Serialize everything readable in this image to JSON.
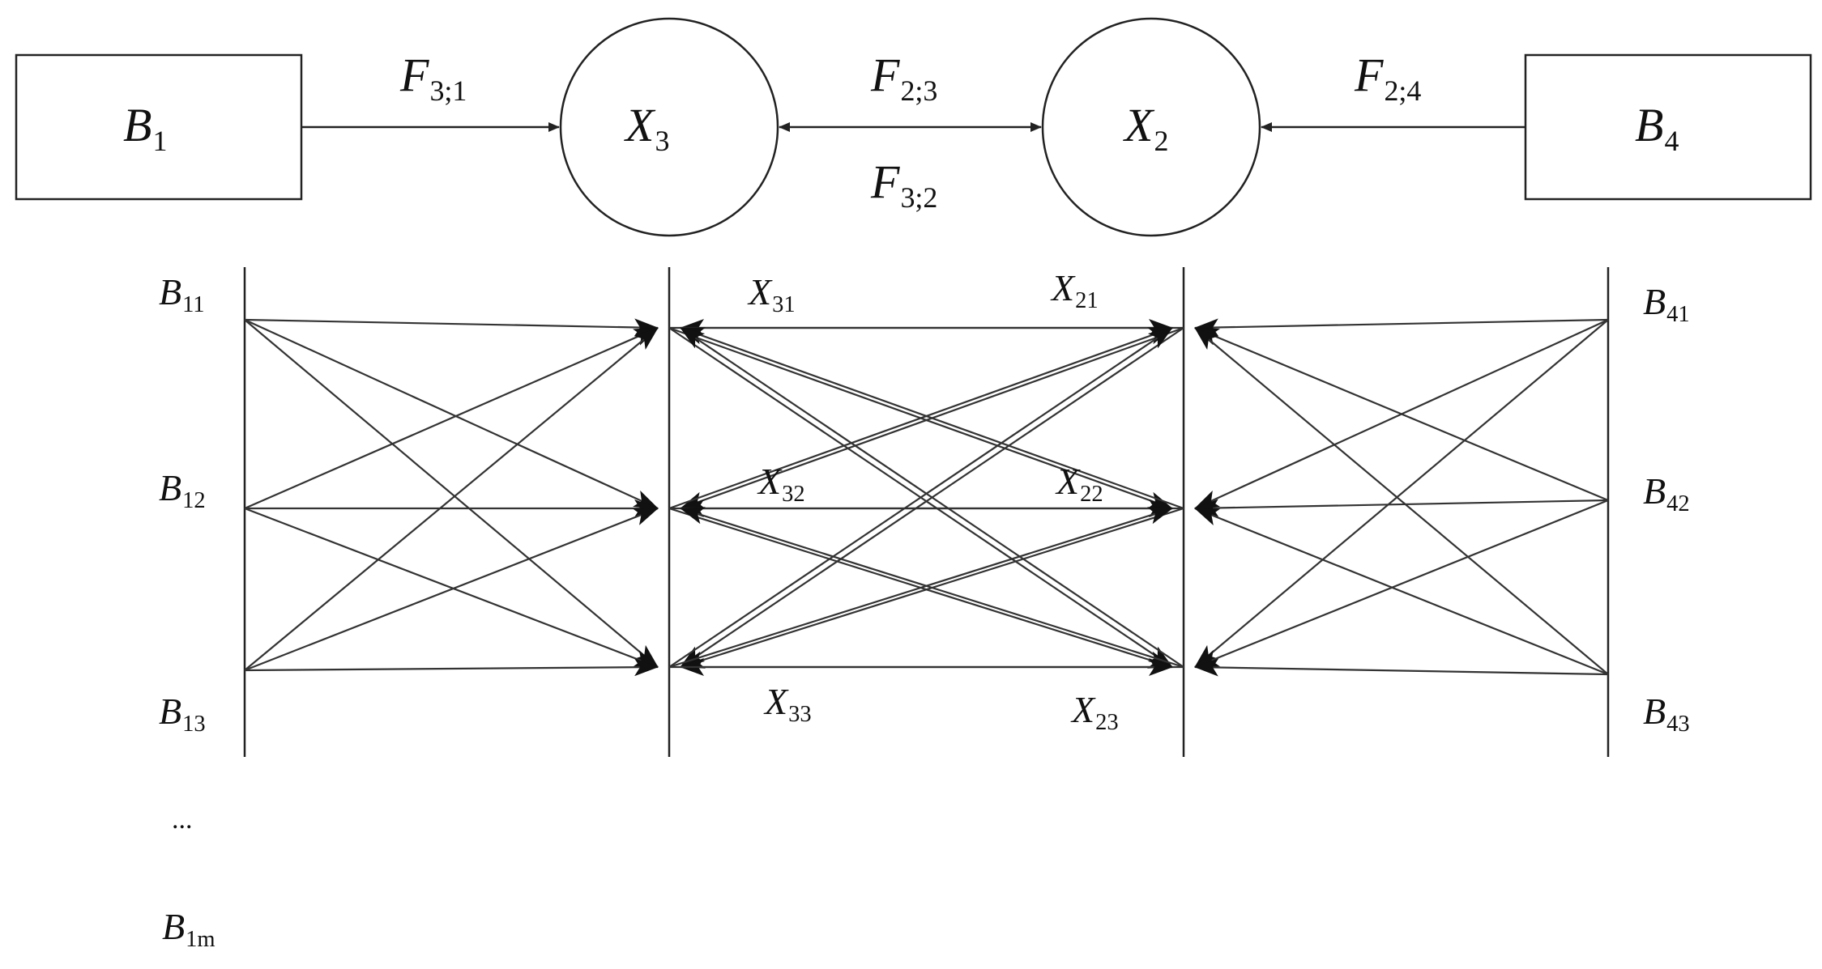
{
  "top": {
    "boxes": [
      {
        "id": "B1",
        "main": "B",
        "sub": "1"
      },
      {
        "id": "B4",
        "main": "B",
        "sub": "4"
      }
    ],
    "nodes": [
      {
        "id": "X3",
        "main": "X",
        "sub": "3"
      },
      {
        "id": "X2",
        "main": "X",
        "sub": "2"
      }
    ],
    "flows": [
      {
        "id": "F31",
        "main": "F",
        "sub": "3;1"
      },
      {
        "id": "F23",
        "main": "F",
        "sub": "2;3"
      },
      {
        "id": "F32",
        "main": "F",
        "sub": "3;2"
      },
      {
        "id": "F24",
        "main": "F",
        "sub": "2;4"
      }
    ]
  },
  "bottom": {
    "left_sources": [
      {
        "main": "B",
        "sub": "11"
      },
      {
        "main": "B",
        "sub": "12"
      },
      {
        "main": "B",
        "sub": "13"
      }
    ],
    "x3_nodes": [
      {
        "main": "X",
        "sub": "31"
      },
      {
        "main": "X",
        "sub": "32"
      },
      {
        "main": "X",
        "sub": "33"
      }
    ],
    "x2_nodes": [
      {
        "main": "X",
        "sub": "21"
      },
      {
        "main": "X",
        "sub": "22"
      },
      {
        "main": "X",
        "sub": "23"
      }
    ],
    "right_sources": [
      {
        "main": "B",
        "sub": "41"
      },
      {
        "main": "B",
        "sub": "42"
      },
      {
        "main": "B",
        "sub": "43"
      }
    ],
    "ellipsis": "...",
    "last_source": {
      "main": "B",
      "sub": "1m"
    }
  },
  "colors": {
    "stroke": "#222222",
    "text": "#111111"
  }
}
